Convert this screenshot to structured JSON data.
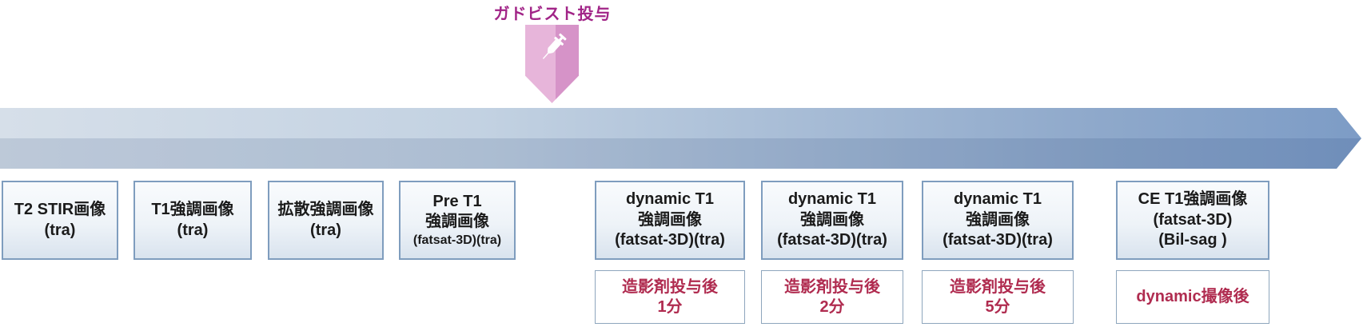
{
  "injection_marker": {
    "label": "ガドビスト投与",
    "icon": "syringe-icon",
    "label_color": "#a12487",
    "pin_color_light": "#e7b5da",
    "pin_color_dark": "#d693c8"
  },
  "timeline": {
    "type": "arrow",
    "direction": "left-to-right",
    "color_start": "#d6dfe9",
    "color_end": "#7d9cc6"
  },
  "sequence_boxes": [
    {
      "lines": [
        "T2 STIR画像",
        "(tra)"
      ]
    },
    {
      "lines": [
        "T1強調画像",
        "(tra)"
      ]
    },
    {
      "lines": [
        "拡散強調画像",
        "(tra)"
      ]
    },
    {
      "lines": [
        "Pre T1",
        "強調画像",
        "(fatsat-3D)(tra)"
      ]
    },
    {
      "lines": [
        "dynamic T1",
        "強調画像",
        "(fatsat-3D)(tra)"
      ]
    },
    {
      "lines": [
        "dynamic T1",
        "強調画像",
        "(fatsat-3D)(tra)"
      ]
    },
    {
      "lines": [
        "dynamic T1",
        "強調画像",
        "(fatsat-3D)(tra)"
      ]
    },
    {
      "lines": [
        "CE T1強調画像",
        "(fatsat-3D)",
        "(Bil-sag )"
      ]
    }
  ],
  "timing_notes": [
    {
      "lines": [
        "造影剤投与後",
        "1分"
      ]
    },
    {
      "lines": [
        "造影剤投与後",
        "2分"
      ]
    },
    {
      "lines": [
        "造影剤投与後",
        "5分"
      ]
    },
    {
      "lines": [
        "dynamic撮像後"
      ]
    }
  ],
  "colors": {
    "box_border": "#7f9dbe",
    "box_text": "#1b1b1b",
    "note_border": "#8ea6bd",
    "note_text": "#b02c50"
  }
}
